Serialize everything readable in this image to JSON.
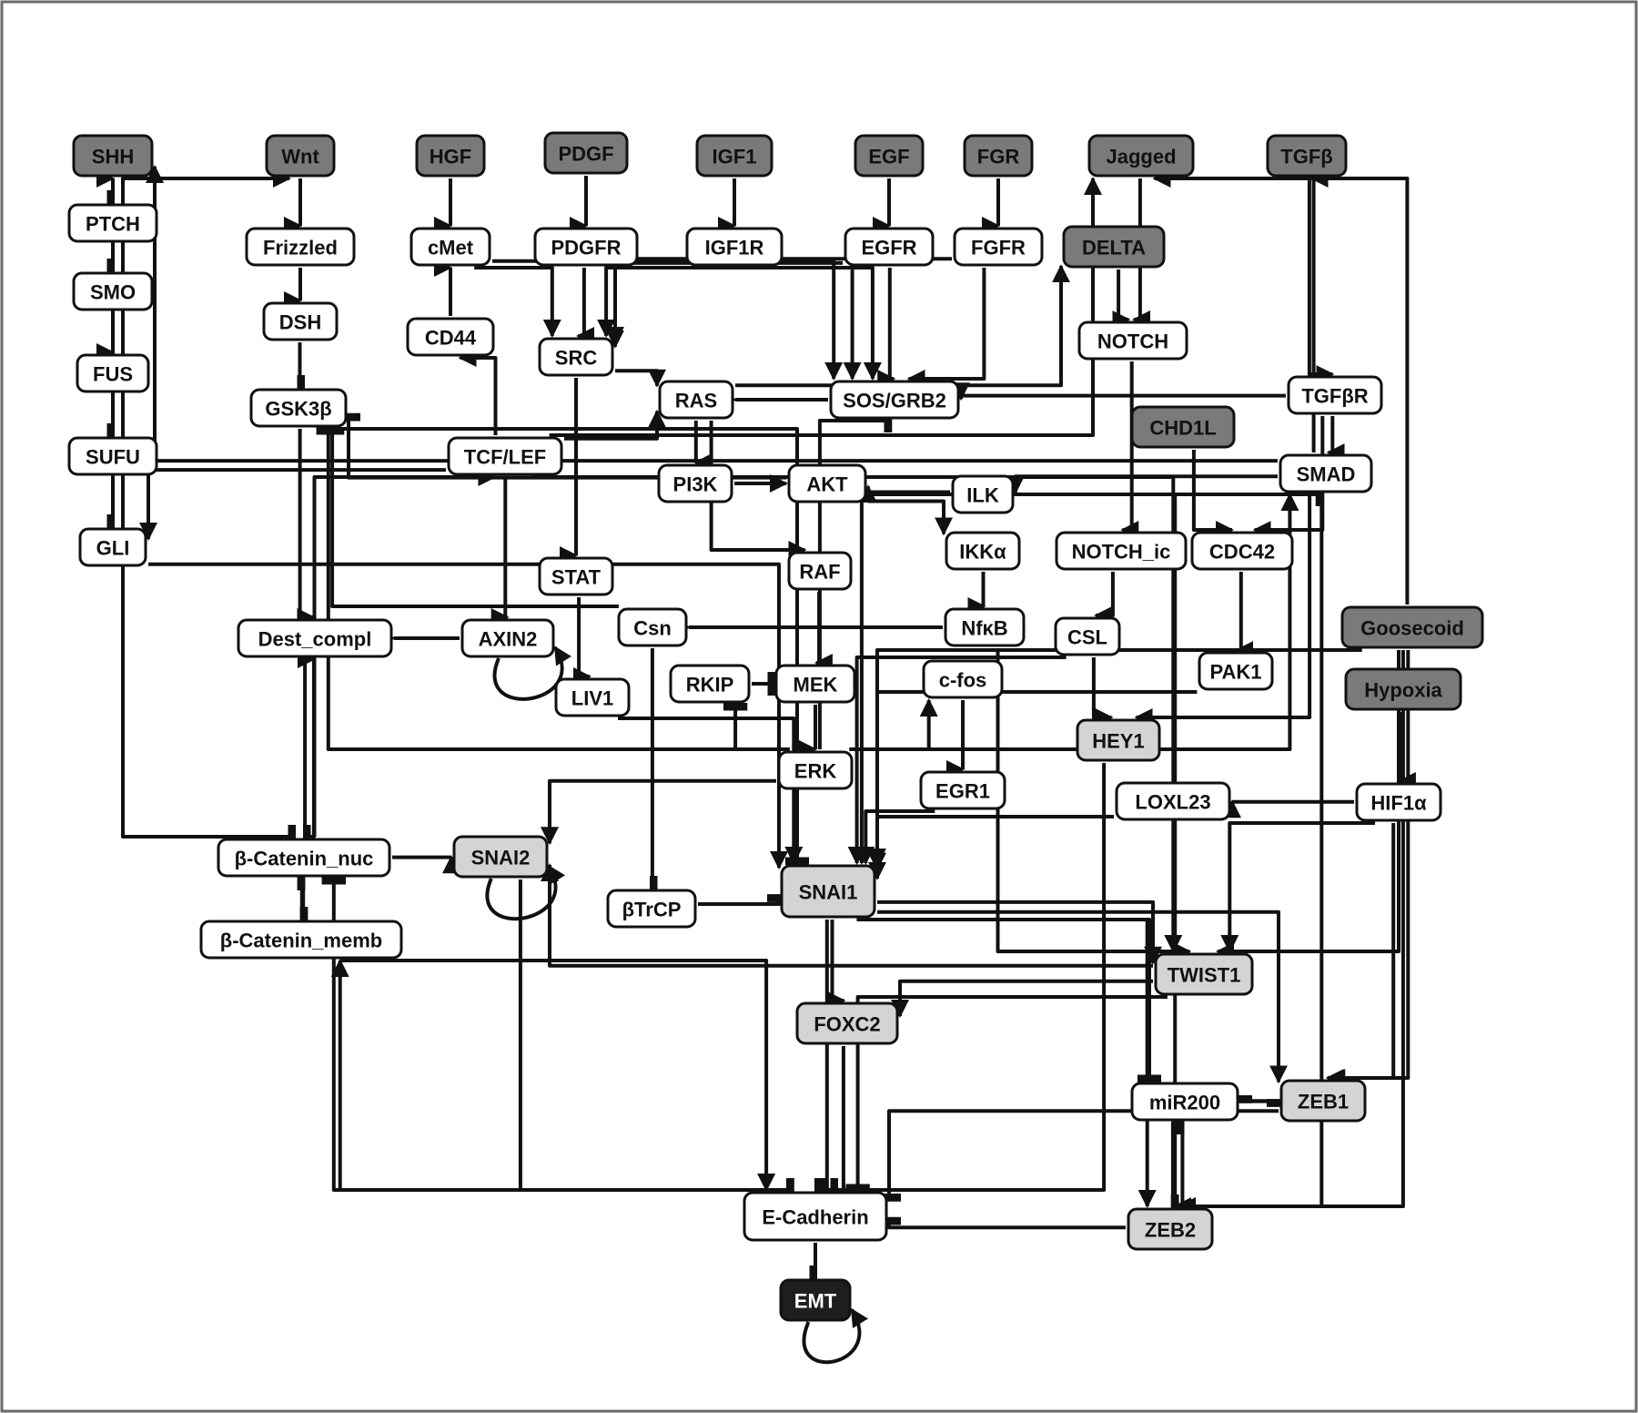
{
  "colors": {
    "input": "#7a7a7a",
    "output": "#d4d4d4",
    "emt": "#1e1e1e",
    "plain": "#ffffff"
  },
  "nodes": [
    {
      "id": "SHH",
      "label": "SHH",
      "kind": "input"
    },
    {
      "id": "Wnt",
      "label": "Wnt",
      "kind": "input"
    },
    {
      "id": "HGF",
      "label": "HGF",
      "kind": "input"
    },
    {
      "id": "PDGF",
      "label": "PDGF",
      "kind": "input"
    },
    {
      "id": "IGF1",
      "label": "IGF1",
      "kind": "input"
    },
    {
      "id": "EGF",
      "label": "EGF",
      "kind": "input"
    },
    {
      "id": "FGR",
      "label": "FGR",
      "kind": "input"
    },
    {
      "id": "Jagged",
      "label": "Jagged",
      "kind": "input"
    },
    {
      "id": "TGFb",
      "label": "TGFβ",
      "kind": "input"
    },
    {
      "id": "PTCH",
      "label": "PTCH",
      "kind": "plain"
    },
    {
      "id": "Frizzled",
      "label": "Frizzled",
      "kind": "plain"
    },
    {
      "id": "cMet",
      "label": "cMet",
      "kind": "plain"
    },
    {
      "id": "PDGFR",
      "label": "PDGFR",
      "kind": "plain"
    },
    {
      "id": "IGF1R",
      "label": "IGF1R",
      "kind": "plain"
    },
    {
      "id": "EGFR",
      "label": "EGFR",
      "kind": "plain"
    },
    {
      "id": "FGFR",
      "label": "FGFR",
      "kind": "plain"
    },
    {
      "id": "DELTA",
      "label": "DELTA",
      "kind": "input"
    },
    {
      "id": "SMO",
      "label": "SMO",
      "kind": "plain"
    },
    {
      "id": "DSH",
      "label": "DSH",
      "kind": "plain"
    },
    {
      "id": "CD44",
      "label": "CD44",
      "kind": "plain"
    },
    {
      "id": "SRC",
      "label": "SRC",
      "kind": "plain"
    },
    {
      "id": "NOTCH",
      "label": "NOTCH",
      "kind": "plain"
    },
    {
      "id": "FUS",
      "label": "FUS",
      "kind": "plain"
    },
    {
      "id": "GSK3b",
      "label": "GSK3β",
      "kind": "plain"
    },
    {
      "id": "RAS",
      "label": "RAS",
      "kind": "plain"
    },
    {
      "id": "SOSGRB2",
      "label": "SOS/GRB2",
      "kind": "plain"
    },
    {
      "id": "TGFbR",
      "label": "TGFβR",
      "kind": "plain"
    },
    {
      "id": "CHD1L",
      "label": "CHD1L",
      "kind": "input"
    },
    {
      "id": "SUFU",
      "label": "SUFU",
      "kind": "plain"
    },
    {
      "id": "TCFLEF",
      "label": "TCF/LEF",
      "kind": "plain"
    },
    {
      "id": "PI3K",
      "label": "PI3K",
      "kind": "plain"
    },
    {
      "id": "AKT",
      "label": "AKT",
      "kind": "plain"
    },
    {
      "id": "ILK",
      "label": "ILK",
      "kind": "plain"
    },
    {
      "id": "SMAD",
      "label": "SMAD",
      "kind": "plain"
    },
    {
      "id": "GLI",
      "label": "GLI",
      "kind": "plain"
    },
    {
      "id": "IKKa",
      "label": "IKKα",
      "kind": "plain"
    },
    {
      "id": "NOTCHic",
      "label": "NOTCH_ic",
      "kind": "plain"
    },
    {
      "id": "CDC42",
      "label": "CDC42",
      "kind": "plain"
    },
    {
      "id": "STAT",
      "label": "STAT",
      "kind": "plain"
    },
    {
      "id": "RAF",
      "label": "RAF",
      "kind": "plain"
    },
    {
      "id": "Destcompl",
      "label": "Dest_compl",
      "kind": "plain"
    },
    {
      "id": "AXIN2",
      "label": "AXIN2",
      "kind": "plain"
    },
    {
      "id": "Csn",
      "label": "Csn",
      "kind": "plain"
    },
    {
      "id": "NFkB",
      "label": "NfκB",
      "kind": "plain"
    },
    {
      "id": "CSL",
      "label": "CSL",
      "kind": "plain"
    },
    {
      "id": "Goosecoid",
      "label": "Goosecoid",
      "kind": "input"
    },
    {
      "id": "PAK1",
      "label": "PAK1",
      "kind": "plain"
    },
    {
      "id": "Hypoxia",
      "label": "Hypoxia",
      "kind": "input"
    },
    {
      "id": "LIV1",
      "label": "LIV1",
      "kind": "plain"
    },
    {
      "id": "RKIP",
      "label": "RKIP",
      "kind": "plain"
    },
    {
      "id": "MEK",
      "label": "MEK",
      "kind": "plain"
    },
    {
      "id": "cfos",
      "label": "c-fos",
      "kind": "plain"
    },
    {
      "id": "HEY1",
      "label": "HEY1",
      "kind": "output"
    },
    {
      "id": "ERK",
      "label": "ERK",
      "kind": "plain"
    },
    {
      "id": "EGR1",
      "label": "EGR1",
      "kind": "plain"
    },
    {
      "id": "LOXL23",
      "label": "LOXL23",
      "kind": "plain"
    },
    {
      "id": "HIF1a",
      "label": "HIF1α",
      "kind": "plain"
    },
    {
      "id": "bCatnuc",
      "label": "β-Catenin_nuc",
      "kind": "plain"
    },
    {
      "id": "SNAI2",
      "label": "SNAI2",
      "kind": "output"
    },
    {
      "id": "SNAI1",
      "label": "SNAI1",
      "kind": "output"
    },
    {
      "id": "bTrCP",
      "label": "βTrCP",
      "kind": "plain"
    },
    {
      "id": "bCatmemb",
      "label": "β-Catenin_memb",
      "kind": "plain"
    },
    {
      "id": "TWIST1",
      "label": "TWIST1",
      "kind": "output"
    },
    {
      "id": "FOXC2",
      "label": "FOXC2",
      "kind": "output"
    },
    {
      "id": "miR200",
      "label": "miR200",
      "kind": "plain"
    },
    {
      "id": "ZEB1",
      "label": "ZEB1",
      "kind": "output"
    },
    {
      "id": "ECadherin",
      "label": "E-Cadherin",
      "kind": "plain"
    },
    {
      "id": "ZEB2",
      "label": "ZEB2",
      "kind": "output"
    },
    {
      "id": "EMT",
      "label": "EMT",
      "kind": "emt"
    }
  ],
  "edges": [
    {
      "from": "SHH",
      "to": "PTCH",
      "type": "inhibit"
    },
    {
      "from": "PTCH",
      "to": "SMO",
      "type": "inhibit"
    },
    {
      "from": "SMO",
      "to": "FUS",
      "type": "activate"
    },
    {
      "from": "FUS",
      "to": "SUFU",
      "type": "inhibit"
    },
    {
      "from": "SUFU",
      "to": "GLI",
      "type": "inhibit"
    },
    {
      "from": "GLI",
      "to": "SHH",
      "type": "activate"
    },
    {
      "from": "GLI",
      "to": "Wnt",
      "type": "activate"
    },
    {
      "from": "GLI",
      "to": "SNAI1",
      "type": "activate"
    },
    {
      "from": "SUFU",
      "to": "bCatnuc",
      "type": "inhibit"
    },
    {
      "from": "Wnt",
      "to": "Frizzled",
      "type": "activate"
    },
    {
      "from": "Frizzled",
      "to": "DSH",
      "type": "activate"
    },
    {
      "from": "DSH",
      "to": "GSK3b",
      "type": "inhibit"
    },
    {
      "from": "GSK3b",
      "to": "Destcompl",
      "type": "activate"
    },
    {
      "from": "GSK3b",
      "to": "SNAI1",
      "type": "inhibit"
    },
    {
      "from": "Destcompl",
      "to": "bCatnuc",
      "type": "inhibit"
    },
    {
      "from": "AXIN2",
      "to": "Destcompl",
      "type": "activate"
    },
    {
      "from": "AXIN2",
      "to": "AXIN2",
      "type": "activate"
    },
    {
      "from": "bCatnuc",
      "to": "TCFLEF",
      "type": "activate"
    },
    {
      "from": "bCatnuc",
      "to": "Destcompl",
      "type": "activate"
    },
    {
      "from": "bCatnuc",
      "to": "SNAI2",
      "type": "activate"
    },
    {
      "from": "bCatnuc",
      "to": "bCatmemb",
      "type": "inhibit"
    },
    {
      "from": "bCatmemb",
      "to": "bCatnuc",
      "type": "inhibit"
    },
    {
      "from": "bCatmemb",
      "to": "ECadherin",
      "type": "activate"
    },
    {
      "from": "ECadherin",
      "to": "bCatmemb",
      "type": "activate"
    },
    {
      "from": "ECadherin",
      "to": "bCatnuc",
      "type": "inhibit"
    },
    {
      "from": "TCFLEF",
      "to": "GLI",
      "type": "activate"
    },
    {
      "from": "TCFLEF",
      "to": "AXIN2",
      "type": "activate"
    },
    {
      "from": "TCFLEF",
      "to": "CD44",
      "type": "activate"
    },
    {
      "from": "TCFLEF",
      "to": "Jagged",
      "type": "activate"
    },
    {
      "from": "TCFLEF",
      "to": "RAS",
      "type": "activate"
    },
    {
      "from": "TCFLEF",
      "to": "TWIST1",
      "type": "activate"
    },
    {
      "from": "CD44",
      "to": "cMet",
      "type": "activate"
    },
    {
      "from": "HGF",
      "to": "cMet",
      "type": "activate"
    },
    {
      "from": "cMet",
      "to": "SRC",
      "type": "activate"
    },
    {
      "from": "cMet",
      "to": "SOSGRB2",
      "type": "activate"
    },
    {
      "from": "PDGF",
      "to": "PDGFR",
      "type": "activate"
    },
    {
      "from": "PDGFR",
      "to": "SRC",
      "type": "activate"
    },
    {
      "from": "PDGFR",
      "to": "SOSGRB2",
      "type": "activate"
    },
    {
      "from": "IGF1",
      "to": "IGF1R",
      "type": "activate"
    },
    {
      "from": "IGF1R",
      "to": "SRC",
      "type": "activate"
    },
    {
      "from": "IGF1R",
      "to": "SOSGRB2",
      "type": "activate"
    },
    {
      "from": "EGF",
      "to": "EGFR",
      "type": "activate"
    },
    {
      "from": "EGFR",
      "to": "SRC",
      "type": "activate"
    },
    {
      "from": "EGFR",
      "to": "SOSGRB2",
      "type": "activate"
    },
    {
      "from": "FGR",
      "to": "FGFR",
      "type": "activate"
    },
    {
      "from": "FGFR",
      "to": "SRC",
      "type": "activate"
    },
    {
      "from": "FGFR",
      "to": "SOSGRB2",
      "type": "activate"
    },
    {
      "from": "SRC",
      "to": "RAS",
      "type": "activate"
    },
    {
      "from": "SRC",
      "to": "STAT",
      "type": "activate"
    },
    {
      "from": "SOSGRB2",
      "to": "RAS",
      "type": "activate"
    },
    {
      "from": "RAS",
      "to": "PI3K",
      "type": "activate"
    },
    {
      "from": "RAS",
      "to": "RAF",
      "type": "activate"
    },
    {
      "from": "RAS",
      "to": "DELTA",
      "type": "activate"
    },
    {
      "from": "PI3K",
      "to": "AKT",
      "type": "activate"
    },
    {
      "from": "AKT",
      "to": "GSK3b",
      "type": "inhibit"
    },
    {
      "from": "AKT",
      "to": "IKKa",
      "type": "activate"
    },
    {
      "from": "IKKa",
      "to": "NFkB",
      "type": "activate"
    },
    {
      "from": "NFkB",
      "to": "Csn",
      "type": "activate"
    },
    {
      "from": "NFkB",
      "to": "TWIST1",
      "type": "activate"
    },
    {
      "from": "Csn",
      "to": "GSK3b",
      "type": "inhibit"
    },
    {
      "from": "Csn",
      "to": "bTrCP",
      "type": "inhibit"
    },
    {
      "from": "bTrCP",
      "to": "SNAI1",
      "type": "inhibit"
    },
    {
      "from": "STAT",
      "to": "LIV1",
      "type": "activate"
    },
    {
      "from": "LIV1",
      "to": "SNAI1",
      "type": "activate"
    },
    {
      "from": "RAF",
      "to": "MEK",
      "type": "activate"
    },
    {
      "from": "RKIP",
      "to": "MEK",
      "type": "inhibit"
    },
    {
      "from": "ERK",
      "to": "RKIP",
      "type": "inhibit"
    },
    {
      "from": "MEK",
      "to": "ERK",
      "type": "activate"
    },
    {
      "from": "ERK",
      "to": "GSK3b",
      "type": "inhibit"
    },
    {
      "from": "ERK",
      "to": "SOSGRB2",
      "type": "inhibit"
    },
    {
      "from": "ERK",
      "to": "cfos",
      "type": "activate"
    },
    {
      "from": "ERK",
      "to": "SNAI2",
      "type": "activate"
    },
    {
      "from": "ERK",
      "to": "SMAD",
      "type": "activate"
    },
    {
      "from": "cfos",
      "to": "EGR1",
      "type": "activate"
    },
    {
      "from": "EGR1",
      "to": "SNAI1",
      "type": "activate"
    },
    {
      "from": "Jagged",
      "to": "NOTCH",
      "type": "activate"
    },
    {
      "from": "DELTA",
      "to": "NOTCH",
      "type": "activate"
    },
    {
      "from": "NOTCH",
      "to": "NOTCHic",
      "type": "activate"
    },
    {
      "from": "NOTCHic",
      "to": "CSL",
      "type": "activate"
    },
    {
      "from": "CSL",
      "to": "HEY1",
      "type": "activate"
    },
    {
      "from": "CSL",
      "to": "SNAI1",
      "type": "activate"
    },
    {
      "from": "HEY1",
      "to": "ECadherin",
      "type": "inhibit"
    },
    {
      "from": "TGFb",
      "to": "TGFbR",
      "type": "activate"
    },
    {
      "from": "TGFbR",
      "to": "SMAD",
      "type": "activate"
    },
    {
      "from": "TGFbR",
      "to": "SOSGRB2",
      "type": "activate"
    },
    {
      "from": "TGFbR",
      "to": "CDC42",
      "type": "activate"
    },
    {
      "from": "SMAD",
      "to": "SHH",
      "type": "activate"
    },
    {
      "from": "SMAD",
      "to": "Jagged",
      "type": "activate"
    },
    {
      "from": "SMAD",
      "to": "ILK",
      "type": "activate"
    },
    {
      "from": "SMAD",
      "to": "HEY1",
      "type": "activate"
    },
    {
      "from": "SMAD",
      "to": "SNAI1",
      "type": "activate"
    },
    {
      "from": "SMAD",
      "to": "ZEB2",
      "type": "activate"
    },
    {
      "from": "ILK",
      "to": "AKT",
      "type": "activate"
    },
    {
      "from": "CHD1L",
      "to": "CDC42",
      "type": "activate"
    },
    {
      "from": "CDC42",
      "to": "PAK1",
      "type": "activate"
    },
    {
      "from": "PAK1",
      "to": "SNAI1",
      "type": "activate"
    },
    {
      "from": "Goosecoid",
      "to": "TGFb",
      "type": "activate"
    },
    {
      "from": "Goosecoid",
      "to": "ZEB1",
      "type": "activate"
    },
    {
      "from": "Goosecoid",
      "to": "ZEB2",
      "type": "activate"
    },
    {
      "from": "Goosecoid",
      "to": "TWIST1",
      "type": "activate"
    },
    {
      "from": "Goosecoid",
      "to": "SNAI1",
      "type": "activate"
    },
    {
      "from": "Hypoxia",
      "to": "HIF1a",
      "type": "activate"
    },
    {
      "from": "HIF1a",
      "to": "LOXL23",
      "type": "activate"
    },
    {
      "from": "HIF1a",
      "to": "ZEB1",
      "type": "activate"
    },
    {
      "from": "HIF1a",
      "to": "TWIST1",
      "type": "activate"
    },
    {
      "from": "LOXL23",
      "to": "SNAI1",
      "type": "activate"
    },
    {
      "from": "SNAI1",
      "to": "FOXC2",
      "type": "activate"
    },
    {
      "from": "SNAI1",
      "to": "TWIST1",
      "type": "activate"
    },
    {
      "from": "SNAI1",
      "to": "ZEB1",
      "type": "activate"
    },
    {
      "from": "SNAI1",
      "to": "ZEB2",
      "type": "activate"
    },
    {
      "from": "SNAI1",
      "to": "ECadherin",
      "type": "inhibit"
    },
    {
      "from": "SNAI1",
      "to": "miR200",
      "type": "inhibit"
    },
    {
      "from": "SNAI2",
      "to": "ECadherin",
      "type": "inhibit"
    },
    {
      "from": "TWIST1",
      "to": "FOXC2",
      "type": "activate"
    },
    {
      "from": "TWIST1",
      "to": "SNAI2",
      "type": "activate"
    },
    {
      "from": "TWIST1",
      "to": "ECadherin",
      "type": "inhibit"
    },
    {
      "from": "FOXC2",
      "to": "ECadherin",
      "type": "inhibit"
    },
    {
      "from": "miR200",
      "to": "ZEB1",
      "type": "inhibit"
    },
    {
      "from": "ZEB1",
      "to": "miR200",
      "type": "inhibit"
    },
    {
      "from": "miR200",
      "to": "ZEB2",
      "type": "inhibit"
    },
    {
      "from": "ZEB2",
      "to": "miR200",
      "type": "inhibit"
    },
    {
      "from": "ZEB1",
      "to": "ECadherin",
      "type": "inhibit"
    },
    {
      "from": "ZEB2",
      "to": "ECadherin",
      "type": "inhibit"
    },
    {
      "from": "ZEB2",
      "to": "SMAD",
      "type": "inhibit"
    },
    {
      "from": "ECadherin",
      "to": "EMT",
      "type": "inhibit"
    },
    {
      "from": "EMT",
      "to": "EMT",
      "type": "activate"
    },
    {
      "from": "SNAI2",
      "to": "SNAI2",
      "type": "activate"
    }
  ]
}
